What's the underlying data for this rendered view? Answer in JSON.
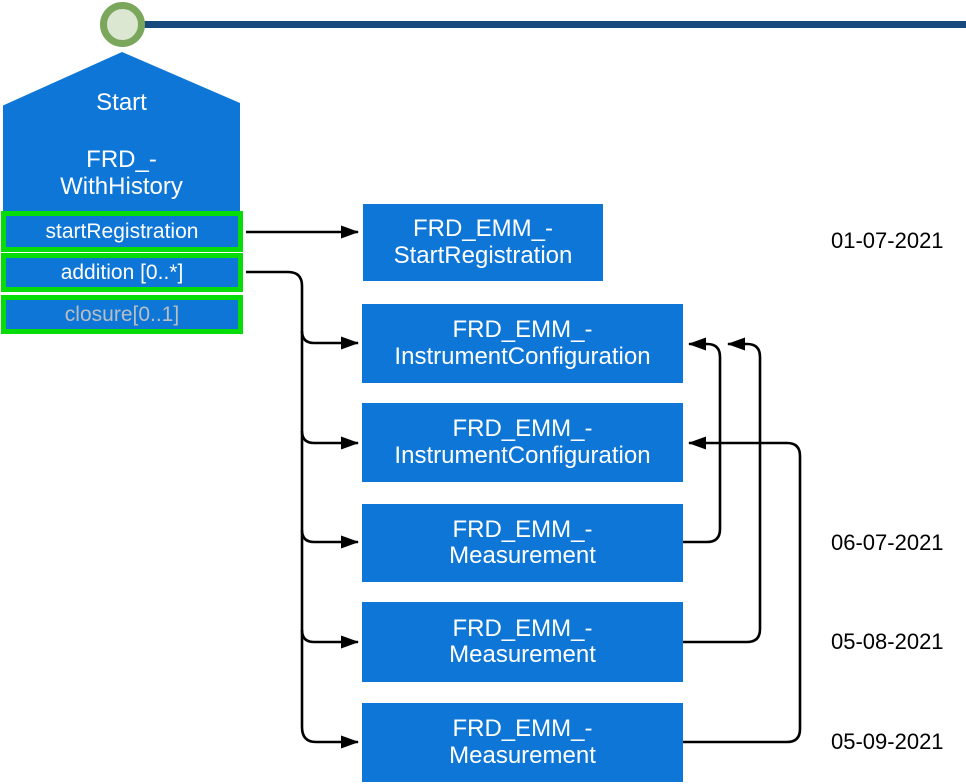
{
  "diagram": {
    "start_node": {
      "title": "Start",
      "name_line1": "FRD_-",
      "name_line2": "WithHistory",
      "slots": [
        {
          "label": "startRegistration",
          "muted": false
        },
        {
          "label": "addition [0..*]",
          "muted": false
        },
        {
          "label": "closure[0..1]",
          "muted": true
        }
      ]
    },
    "event_boxes": [
      {
        "line1": "FRD_EMM_-",
        "line2": "StartRegistration",
        "date": "01-07-2021"
      },
      {
        "line1": "FRD_EMM_-",
        "line2": "InstrumentConfiguration",
        "date": null
      },
      {
        "line1": "FRD_EMM_-",
        "line2": "InstrumentConfiguration",
        "date": null
      },
      {
        "line1": "FRD_EMM_-",
        "line2": "Measurement",
        "date": "06-07-2021"
      },
      {
        "line1": "FRD_EMM_-",
        "line2": "Measurement",
        "date": "05-08-2021"
      },
      {
        "line1": "FRD_EMM_-",
        "line2": "Measurement",
        "date": "05-09-2021"
      }
    ],
    "edges": [
      {
        "from": "slot-startRegistration",
        "to": "FRD_EMM_StartRegistration"
      },
      {
        "from": "slot-addition",
        "to": "FRD_EMM_InstrumentConfiguration_1"
      },
      {
        "from": "slot-addition",
        "to": "FRD_EMM_InstrumentConfiguration_2"
      },
      {
        "from": "slot-addition",
        "to": "FRD_EMM_Measurement_1"
      },
      {
        "from": "slot-addition",
        "to": "FRD_EMM_Measurement_2"
      },
      {
        "from": "slot-addition",
        "to": "FRD_EMM_Measurement_3"
      },
      {
        "from": "FRD_EMM_Measurement_1",
        "to": "FRD_EMM_InstrumentConfiguration_1"
      },
      {
        "from": "FRD_EMM_Measurement_2",
        "to": "FRD_EMM_InstrumentConfiguration_1"
      },
      {
        "from": "FRD_EMM_Measurement_3",
        "to": "FRD_EMM_InstrumentConfiguration_2"
      }
    ],
    "colors": {
      "box_blue": "#0e76d6",
      "line_navy": "#17497d",
      "highlight_green": "#06dc06",
      "circle_border": "#7aa75c",
      "circle_fill": "#dbe7d1",
      "muted_label": "#b9bec4",
      "connector": "#000000"
    }
  }
}
